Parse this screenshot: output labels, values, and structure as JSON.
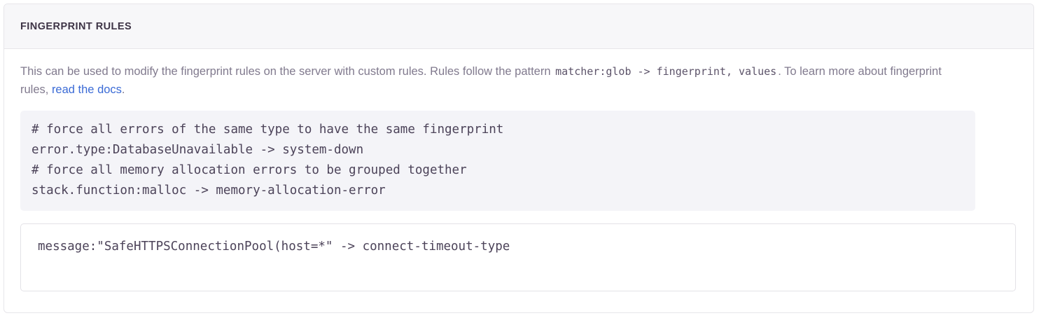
{
  "panel": {
    "title": "FINGERPRINT RULES",
    "description": {
      "part1": "This can be used to modify the fingerprint rules on the server with custom rules. Rules follow the pattern ",
      "inline_code": "matcher:glob -> fingerprint, values",
      "part2": ". To learn more about fingerprint rules, ",
      "link_label": "read the docs",
      "part3": "."
    },
    "example_code": {
      "lines": [
        "# force all errors of the same type to have the same fingerprint",
        "error.type:DatabaseUnavailable -> system-down",
        "# force all memory allocation errors to be grouped together",
        "stack.function:malloc -> memory-allocation-error"
      ]
    },
    "rules_input": {
      "value": "message:\"SafeHTTPSConnectionPool(host=*\" -> connect-timeout-type",
      "placeholder": ""
    }
  },
  "colors": {
    "link": "#3b6bd6",
    "title": "#3e3446",
    "body_text": "#817a8e",
    "code_text": "#4c4359",
    "code_background": "#f4f4f8",
    "header_background": "#f7f7f9",
    "border": "#e7e6ea"
  }
}
